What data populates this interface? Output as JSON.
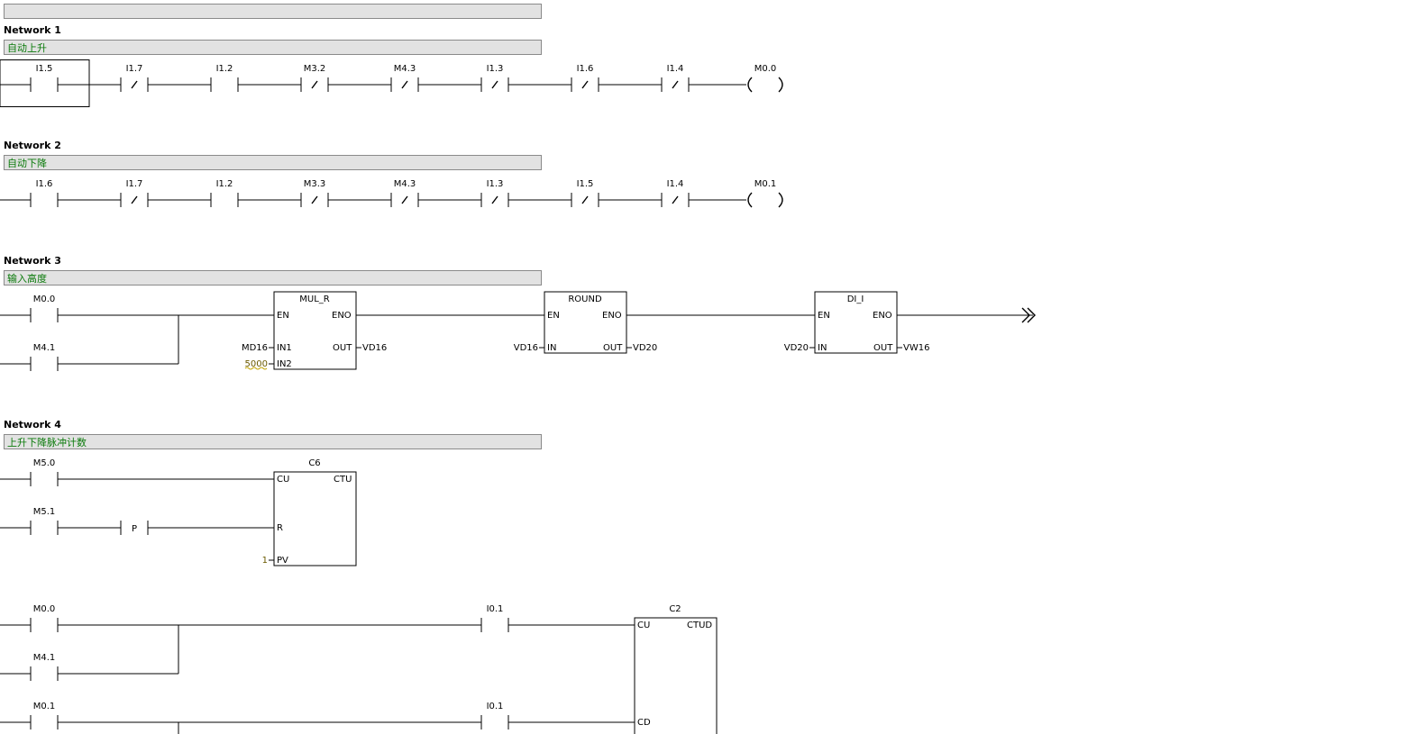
{
  "editor": {
    "networks": [
      {
        "title": "Network 1",
        "comment": "自动上升"
      },
      {
        "title": "Network 2",
        "comment": "自动下降"
      },
      {
        "title": "Network 3",
        "comment": "输入高度"
      },
      {
        "title": "Network 4",
        "comment": "上升下降脉冲计数"
      }
    ],
    "n1": {
      "contacts": [
        {
          "addr": "I1.5",
          "neg": false
        },
        {
          "addr": "I1.7",
          "neg": true
        },
        {
          "addr": "I1.2",
          "neg": false
        },
        {
          "addr": "M3.2",
          "neg": true
        },
        {
          "addr": "M4.3",
          "neg": true
        },
        {
          "addr": "I1.3",
          "neg": true
        },
        {
          "addr": "I1.6",
          "neg": true
        },
        {
          "addr": "I1.4",
          "neg": true
        }
      ],
      "coil": "M0.0"
    },
    "n2": {
      "contacts": [
        {
          "addr": "I1.6",
          "neg": false
        },
        {
          "addr": "I1.7",
          "neg": true
        },
        {
          "addr": "I1.2",
          "neg": false
        },
        {
          "addr": "M3.3",
          "neg": true
        },
        {
          "addr": "M4.3",
          "neg": true
        },
        {
          "addr": "I1.3",
          "neg": true
        },
        {
          "addr": "I1.5",
          "neg": true
        },
        {
          "addr": "I1.4",
          "neg": true
        }
      ],
      "coil": "M0.1"
    },
    "n3": {
      "contact1": "M0.0",
      "contact2": "M4.1",
      "mul": {
        "name": "MUL_R",
        "en": "EN",
        "eno": "ENO",
        "in1_label": "IN1",
        "in2_label": "IN2",
        "out_label": "OUT",
        "in1": "MD16",
        "in2": "5000",
        "out": "VD16"
      },
      "round": {
        "name": "ROUND",
        "en": "EN",
        "eno": "ENO",
        "in_label": "IN",
        "out_label": "OUT",
        "in": "VD16",
        "out": "VD20"
      },
      "dii": {
        "name": "DI_I",
        "en": "EN",
        "eno": "ENO",
        "in_label": "IN",
        "out_label": "OUT",
        "in": "VD20",
        "out": "VW16"
      }
    },
    "n4": {
      "contact_cu": "M5.0",
      "contact_r": "M5.1",
      "p_label": "P",
      "counter": {
        "name": "C6",
        "cu": "CU",
        "type": "CTU",
        "r": "R",
        "pv": "PV",
        "pv_value": "1"
      }
    },
    "n5": {
      "contact_a": "M0.0",
      "contact_b": "M4.1",
      "contact_c": "M0.1",
      "contact_up": "I0.1",
      "contact_down": "I0.1",
      "counter": {
        "name": "C2",
        "cu": "CU",
        "type": "CTUD",
        "cd": "CD"
      }
    }
  }
}
